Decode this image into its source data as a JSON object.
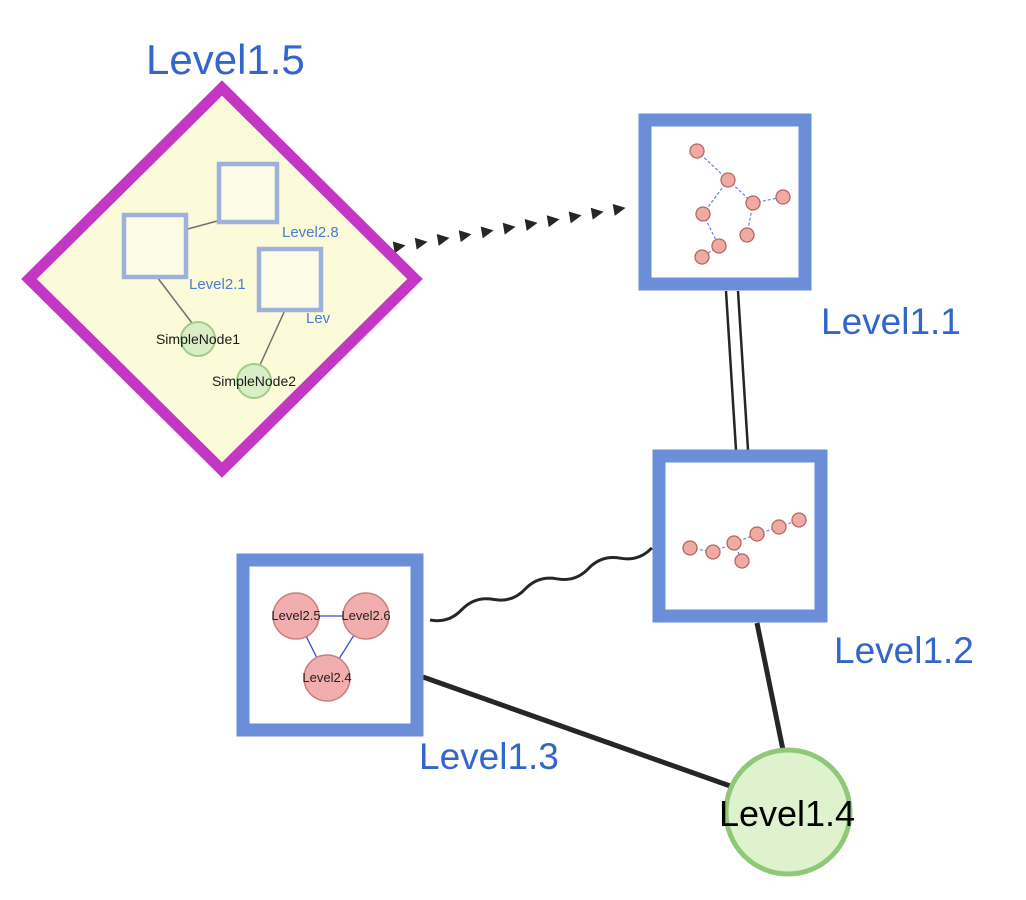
{
  "groups": {
    "level15": {
      "label": "Level1.5",
      "shape": "diamond",
      "border_color": "#c437c4",
      "fill_color": "#fbfbda"
    },
    "level11": {
      "label": "Level1.1",
      "shape": "square",
      "border_color": "#6a8ed8",
      "fill_color": "#ffffff"
    },
    "level12": {
      "label": "Level1.2",
      "shape": "square",
      "border_color": "#6a8ed8",
      "fill_color": "#ffffff"
    },
    "level13": {
      "label": "Level1.3",
      "shape": "square",
      "border_color": "#6a8ed8",
      "fill_color": "#ffffff"
    },
    "level14": {
      "label": "Level1.4",
      "shape": "circle",
      "border_color": "#8fc977",
      "fill_color": "#def2cd"
    }
  },
  "level15_children": {
    "square_labels": [
      "Level2.8",
      "Level2.1",
      "Lev"
    ],
    "simple_node_labels": [
      "SimpleNode1",
      "SimpleNode2"
    ]
  },
  "level13_children": {
    "node_labels": [
      "Level2.5",
      "Level2.6",
      "Level2.4"
    ]
  },
  "outer_edges": [
    {
      "from": "Level1.5",
      "to": "Level1.1",
      "style": "bold dashed arrow chain"
    },
    {
      "from": "Level1.1",
      "to": "Level1.2",
      "style": "double parallel line"
    },
    {
      "from": "Level1.3",
      "to": "Level1.2",
      "style": "wavy line"
    },
    {
      "from": "Level1.3",
      "to": "Level1.4",
      "style": "solid line"
    },
    {
      "from": "Level1.2",
      "to": "Level1.4",
      "style": "solid line"
    }
  ],
  "colors": {
    "group_label_blue": "#3366cc",
    "child_label_blue": "#4a7bd0",
    "mini_node_fill": "#f0aaa4",
    "mini_node_stroke": "#b5675f",
    "mini_edge_blue": "#6f7fd8",
    "pink_circle_fill": "#f2aeae",
    "pink_circle_stroke": "#c97f7f",
    "green_node_fill": "#d9eec7",
    "green_node_stroke": "#a0cc88",
    "edge_dark": "#262626"
  }
}
